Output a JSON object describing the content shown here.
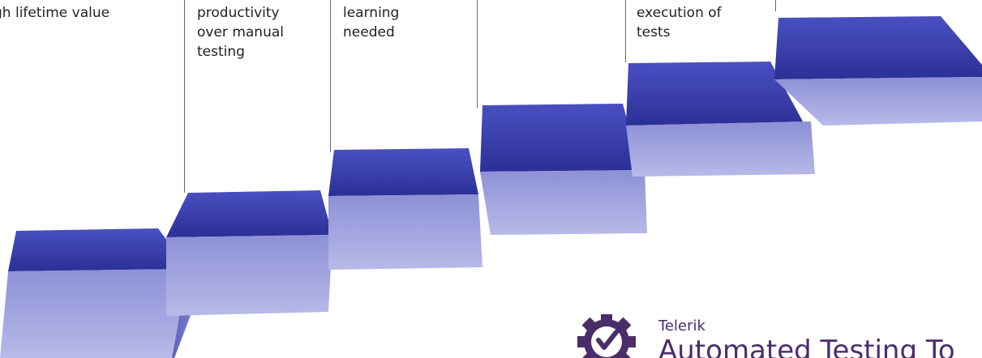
{
  "callouts": [
    {
      "lines": [
        "gh lifetime value"
      ]
    },
    {
      "lines": [
        "productivity",
        "over manual",
        "testing"
      ]
    },
    {
      "lines": [
        "learning",
        "needed"
      ]
    },
    {
      "lines": [
        "execution of",
        "tests"
      ]
    }
  ],
  "brand": {
    "company": "Telerik",
    "product": "Automated Testing To",
    "icon": "checkmark-gear-icon",
    "color": "#4b2d6a"
  },
  "colors": {
    "step_top": "#3a3fae",
    "step_inner": "#252a86",
    "step_front": "#9c9fdc",
    "step_side": "#6a6ec8",
    "line": "#7a5a8c"
  }
}
